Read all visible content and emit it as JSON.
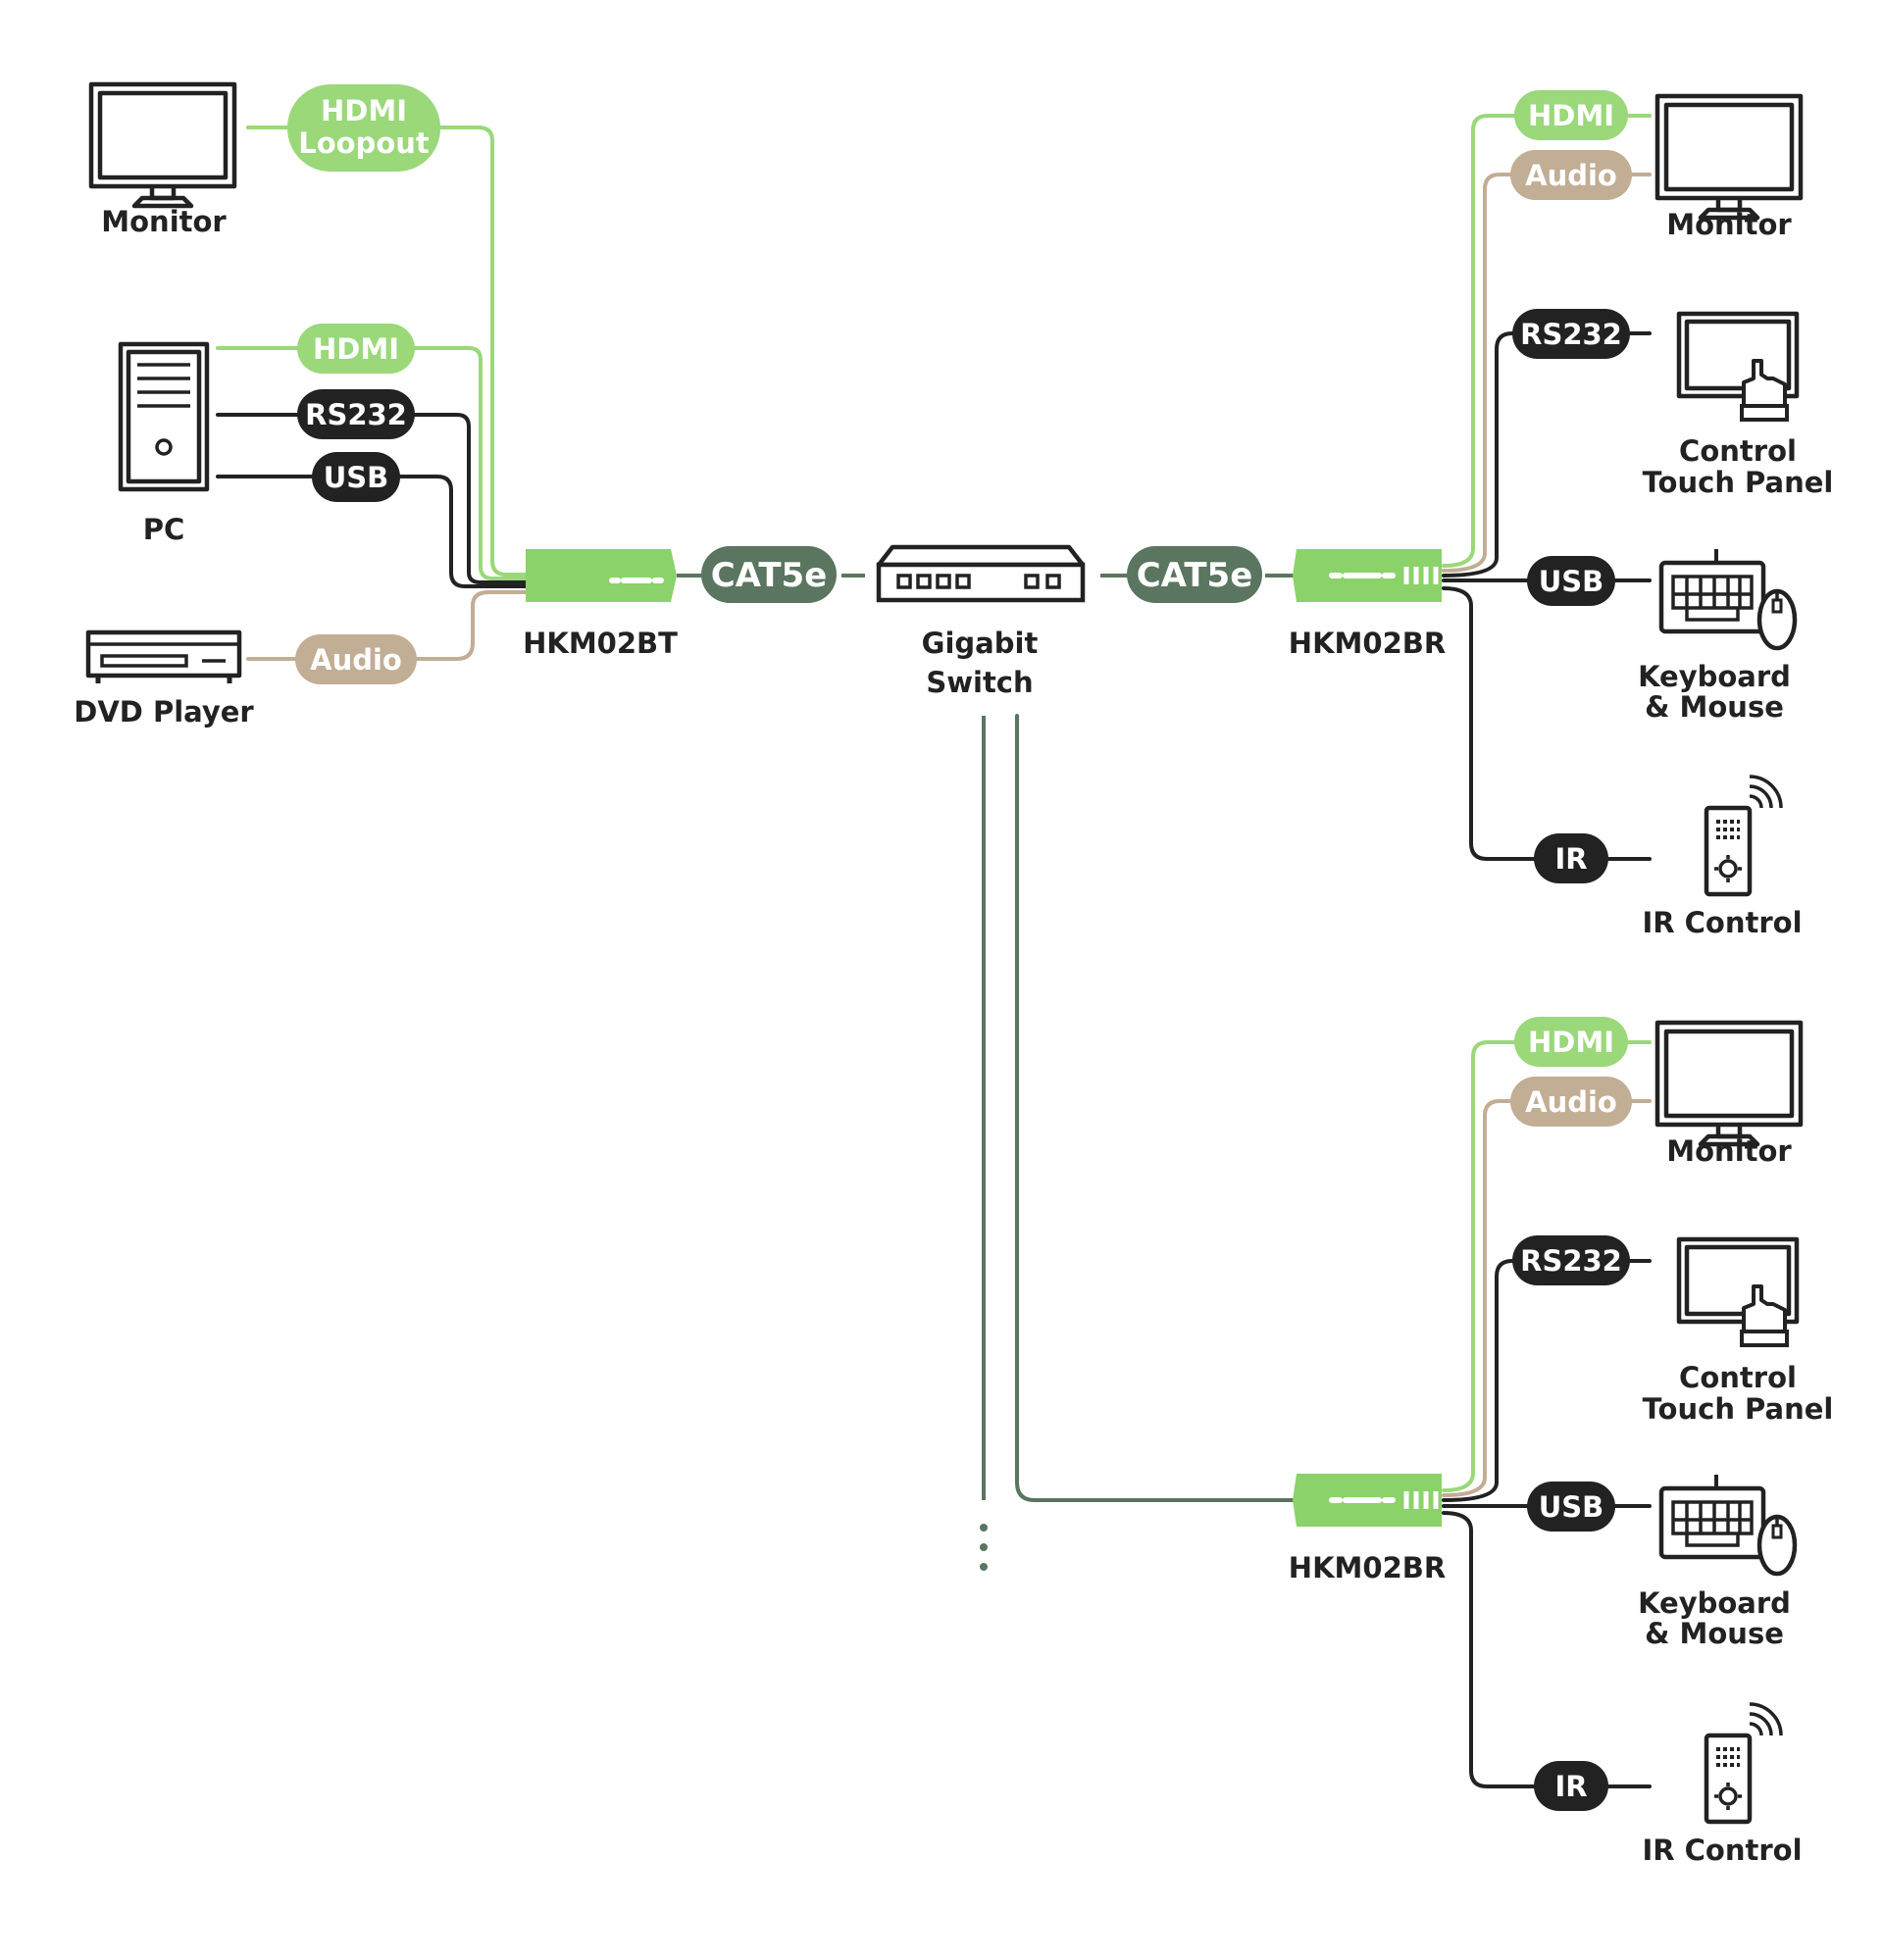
{
  "colors": {
    "green": "#8bd26a",
    "green_light": "#9ad87a",
    "tan": "#c2ad95",
    "dark": "#222222",
    "cat": "#5a7560",
    "text": "#222222"
  },
  "left": {
    "monitor": {
      "label": "Monitor",
      "icon": "monitor-icon"
    },
    "pc": {
      "label": "PC",
      "icon": "pc-tower-icon"
    },
    "dvd": {
      "label": "DVD Player",
      "icon": "dvd-player-icon"
    },
    "pills": {
      "loopout_line1": "HDMI",
      "loopout_line2": "Loopout",
      "hdmi": "HDMI",
      "rs232": "RS232",
      "usb": "USB",
      "audio": "Audio"
    }
  },
  "center": {
    "transmitter": "HKM02BT",
    "cat_left": "CAT5e",
    "switch_line1": "Gigabit",
    "switch_line2": "Switch",
    "cat_right": "CAT5e"
  },
  "receivers": [
    {
      "label": "HKM02BR",
      "pills": {
        "hdmi": "HDMI",
        "audio": "Audio",
        "rs232": "RS232",
        "usb": "USB",
        "ir": "IR"
      },
      "monitor": "Monitor",
      "touch_line1": "Control",
      "touch_line2": "Touch Panel",
      "kbd_line1": "Keyboard",
      "kbd_line2": "& Mouse",
      "ir_control": "IR Control"
    },
    {
      "label": "HKM02BR",
      "pills": {
        "hdmi": "HDMI",
        "audio": "Audio",
        "rs232": "RS232",
        "usb": "USB",
        "ir": "IR"
      },
      "monitor": "Monitor",
      "touch_line1": "Control",
      "touch_line2": "Touch Panel",
      "kbd_line1": "Keyboard",
      "kbd_line2": "& Mouse",
      "ir_control": "IR Control"
    }
  ]
}
